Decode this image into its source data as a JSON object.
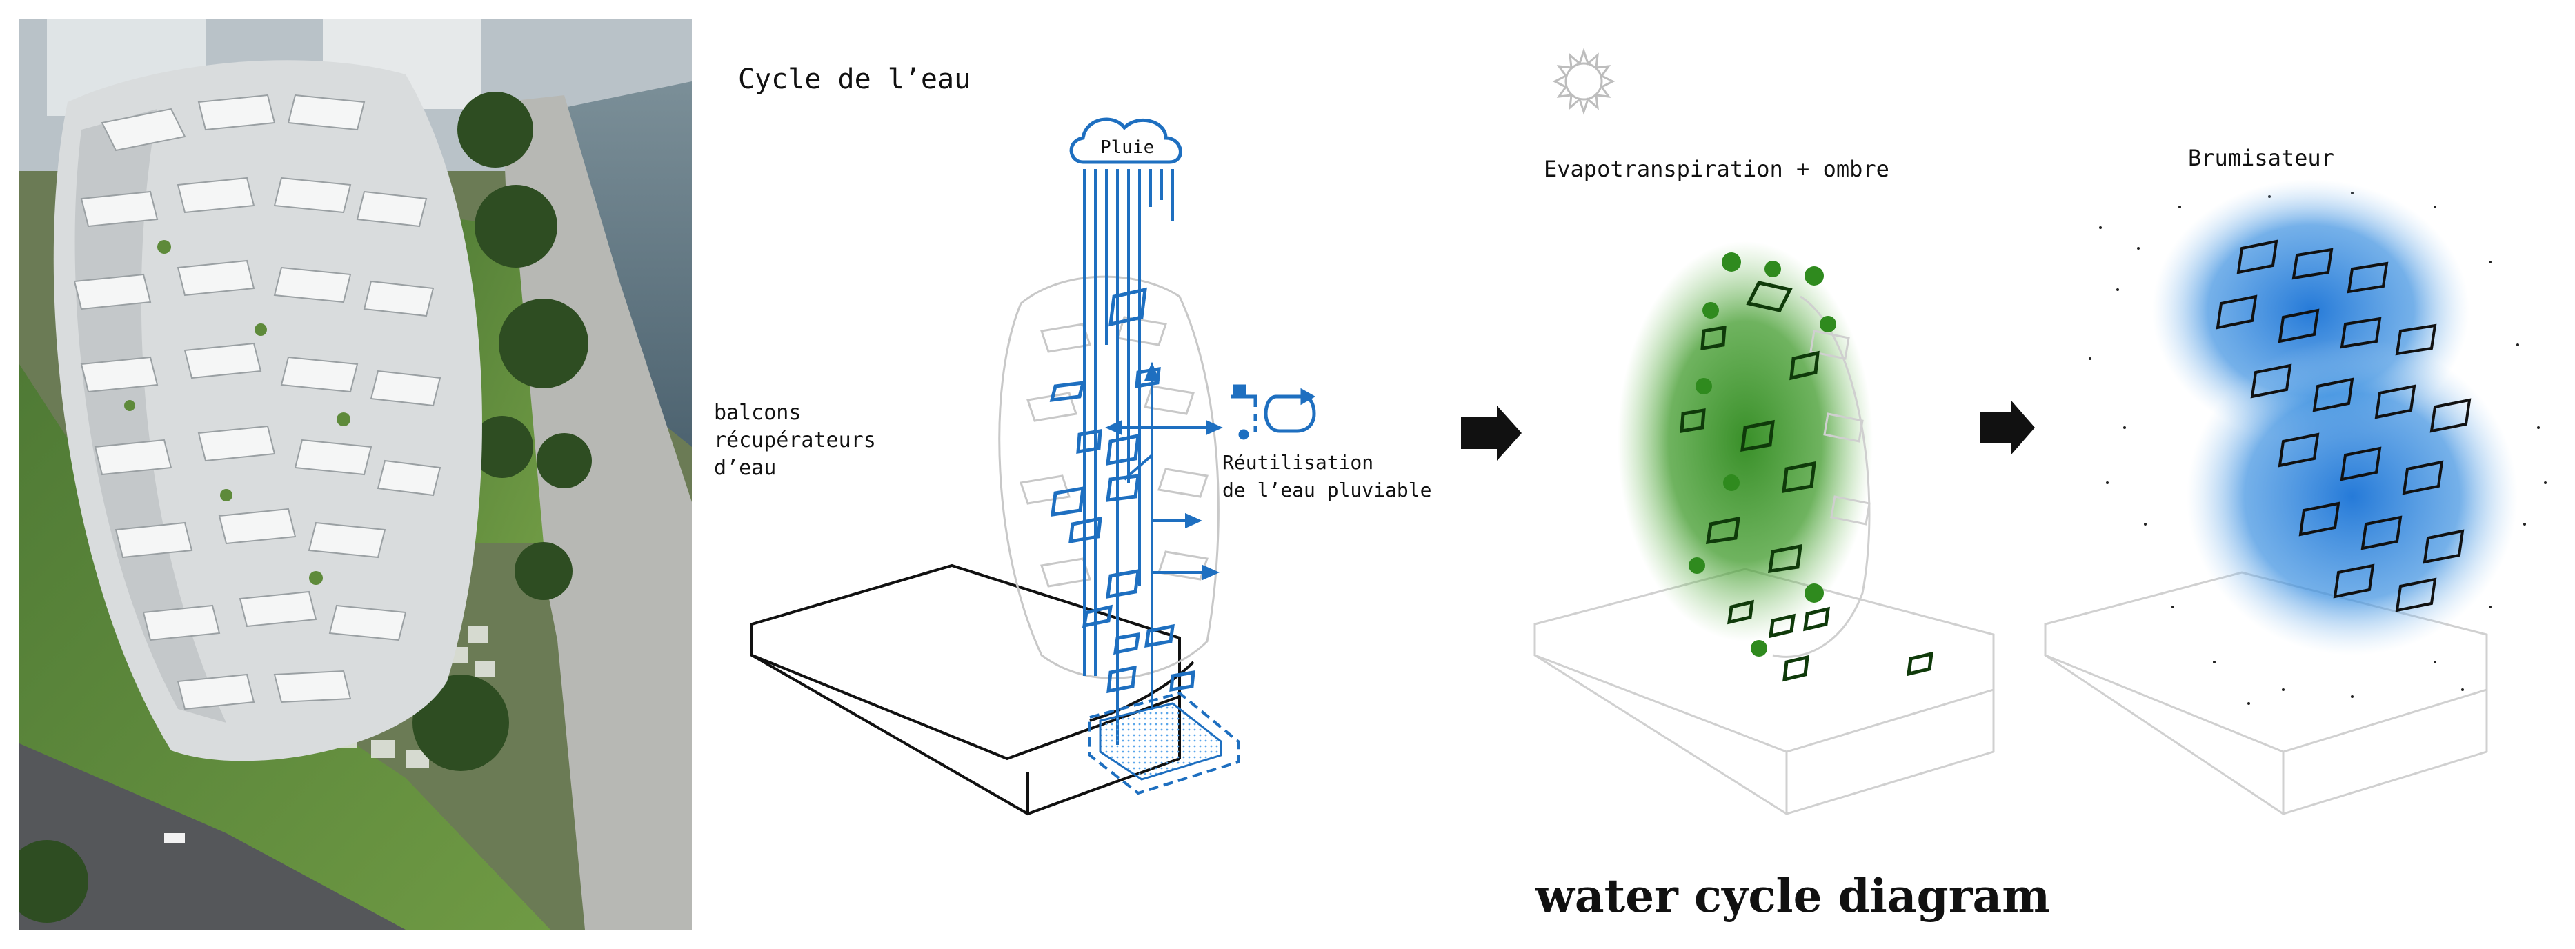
{
  "photo": {
    "alt_subject": "tower-rendering"
  },
  "diagram": {
    "water_cycle_title": "Cycle de l’eau",
    "rain_label": "Pluie",
    "balcony_label": [
      "balcons",
      "récupérateurs",
      "d’eau"
    ],
    "reuse_label": [
      "Réutilisation",
      "de l’eau pluviable"
    ],
    "evapo_label": "Evapotranspiration + ombre",
    "mist_label": "Brumisateur",
    "caption": "water cycle diagram"
  },
  "colors": {
    "water_blue": "#1e6fc0",
    "vegetation_green": "#2f8a1e",
    "mist_blue": "#1a73d6",
    "sketch_grey": "#bdbdbd"
  },
  "icons": [
    "sun-icon",
    "cloud-icon",
    "tap-icon",
    "cycle-arrows-icon",
    "arrow-right-icon"
  ]
}
